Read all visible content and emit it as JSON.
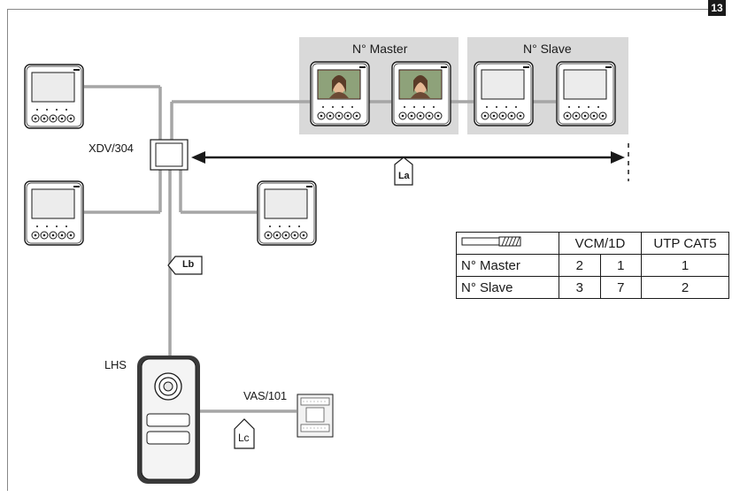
{
  "figure_number": "13",
  "panels": {
    "master": "N° Master",
    "slave": "N° Slave"
  },
  "labels": {
    "distributor": "XDV/304",
    "door_station": "LHS",
    "power_supply": "VAS/101",
    "cable_la": "La",
    "cable_lb": "Lb",
    "cable_lc": "Lc"
  },
  "table": {
    "header_icon": "cable-icon",
    "columns": [
      "VCM/1D",
      "UTP CAT5"
    ],
    "rows": [
      {
        "label": "N° Master",
        "vcm_a": "2",
        "vcm_b": "1",
        "utp": "1"
      },
      {
        "label": "N° Slave",
        "vcm_a": "3",
        "vcm_b": "7",
        "utp": "2"
      }
    ]
  },
  "colors": {
    "wire": "#a6a6a6",
    "panel": "#d9d9d9",
    "ink": "#1a1a1a"
  }
}
